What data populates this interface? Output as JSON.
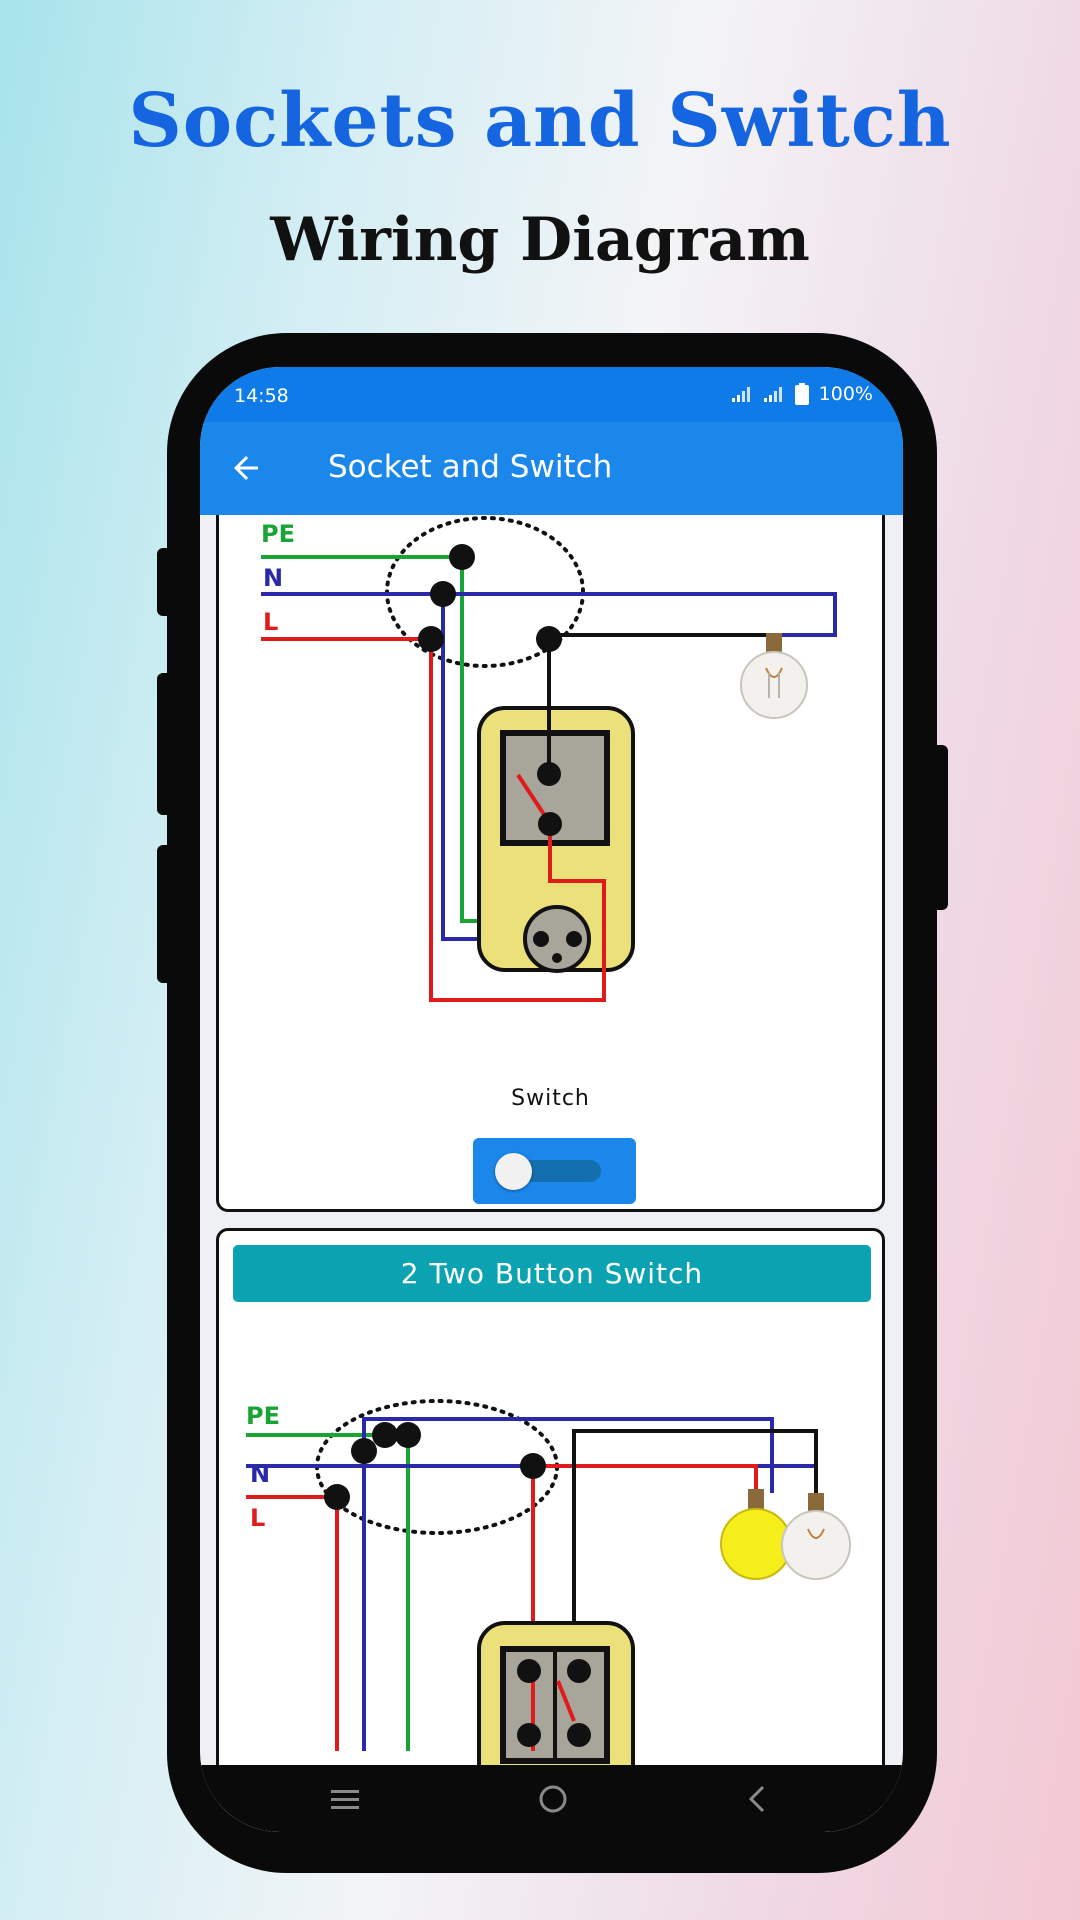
{
  "promo": {
    "title": "Sockets and Switch",
    "subtitle": "Wiring Diagram"
  },
  "status_bar": {
    "time": "14:58",
    "battery": "100%",
    "icons": [
      "signal-icon",
      "signal-icon",
      "battery-icon"
    ]
  },
  "app_bar": {
    "title": "Socket and Switch",
    "back_icon": "arrow-left-icon"
  },
  "diagram1": {
    "labels": {
      "pe": "PE",
      "n": "N",
      "l": "L"
    },
    "colors": {
      "pe": "#1aa436",
      "n": "#2a2aa6",
      "l": "#e01b1b",
      "load": "#111111",
      "switch_body": "#ece07a"
    }
  },
  "card1": {
    "switch_label": "Switch",
    "toggle_state": "off"
  },
  "card2": {
    "header": "2 Two Button Switch",
    "header_color": "#0ba3b2"
  },
  "diagram2": {
    "labels": {
      "pe": "PE",
      "n": "N",
      "l": "L"
    },
    "bulbs": [
      "lit-bulb",
      "unlit-bulb"
    ]
  },
  "nav_bar": {
    "icons": [
      "menu-icon",
      "home-icon",
      "back-icon"
    ]
  }
}
